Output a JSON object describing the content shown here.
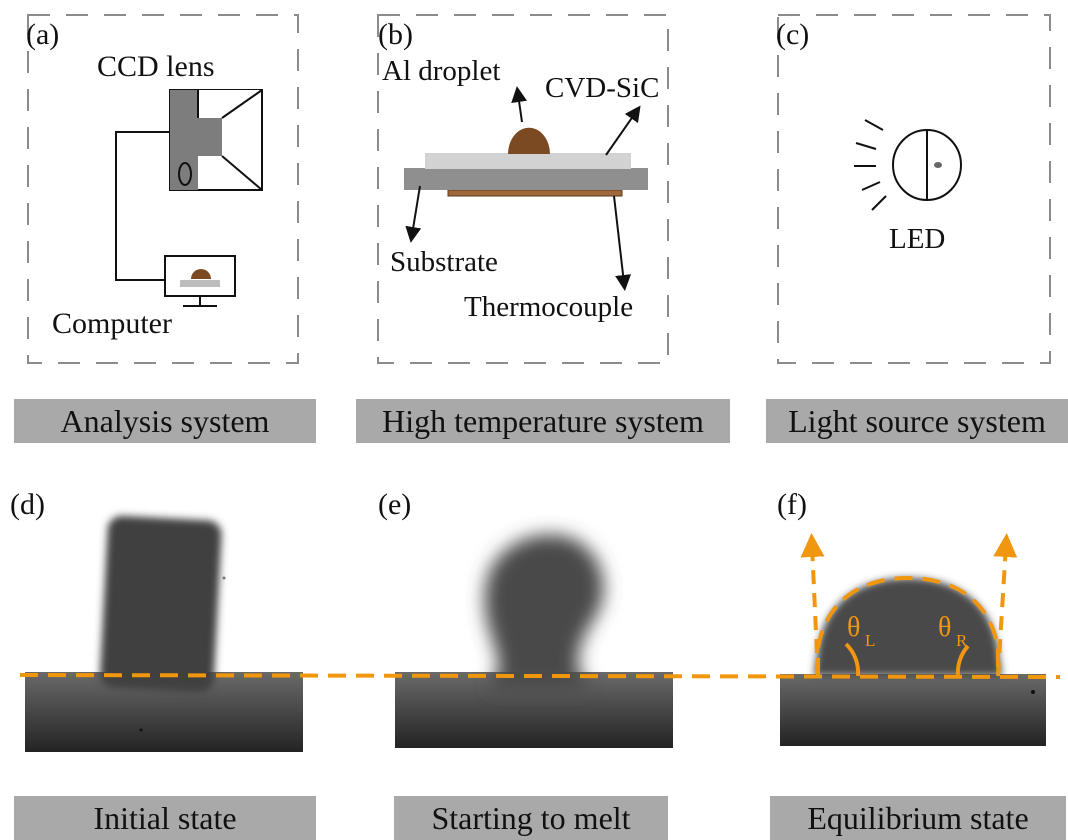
{
  "panels": {
    "a": {
      "tag": "(a)",
      "ccd_label": "CCD lens",
      "computer_label": "Computer",
      "caption": "Analysis system"
    },
    "b": {
      "tag": "(b)",
      "droplet_label": "Al droplet",
      "sic_label": "CVD-SiC",
      "substrate_label": "Substrate",
      "thermocouple_label": "Thermocouple",
      "caption": "High temperature system"
    },
    "c": {
      "tag": "(c)",
      "led_label": "LED",
      "caption": "Light source system"
    },
    "d": {
      "tag": "(d)",
      "caption": "Initial state"
    },
    "e": {
      "tag": "(e)",
      "caption": "Starting to melt"
    },
    "f": {
      "tag": "(f)",
      "theta_left": "θ",
      "theta_left_sub": "L",
      "theta_right": "θ",
      "theta_right_sub": "R",
      "caption": "Equilibrium state"
    }
  },
  "colors": {
    "droplet": "#7b4a22",
    "baseline": "#f0960f",
    "caption_bg": "#a9a9a9",
    "dash_frame": "#8c8c8c",
    "sic": "#d2d2d2",
    "substrate": "#8f8f8f",
    "thermocouple": "#a0673a",
    "ccd_body": "#7d7d7d"
  }
}
